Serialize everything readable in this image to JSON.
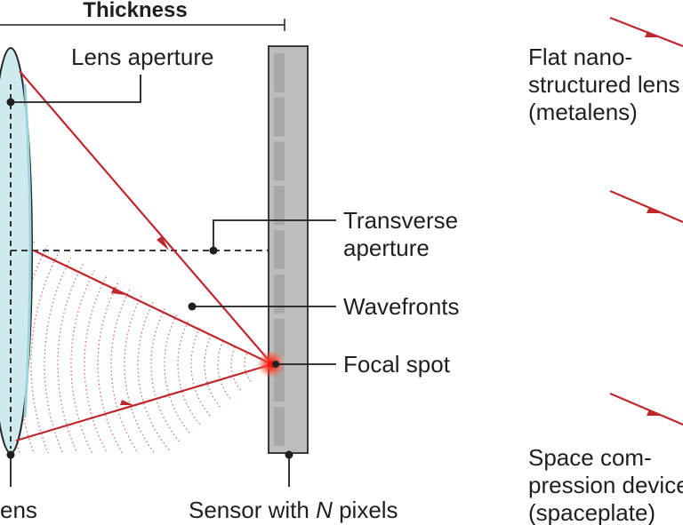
{
  "labels": {
    "thickness": "Thickness",
    "lens_aperture": "Lens aperture",
    "transverse_line1": "Transverse",
    "transverse_line2": "aperture",
    "wavefronts": "Wavefronts",
    "focal_spot": "Focal spot",
    "lens_partial": "ens",
    "sensor_prefix": "Sensor with ",
    "sensor_n": "N",
    "sensor_suffix": " pixels",
    "metalens_line1": "Flat nano-",
    "metalens_line2": "structured lens",
    "metalens_line3": "(metalens)",
    "spaceplate_line1": "Space com-",
    "spaceplate_line2": "pression device",
    "spaceplate_line3": "(spaceplate)"
  },
  "colors": {
    "ray": "#c0272d",
    "wavefront": "#d86b6b",
    "lens_fill": "#cfeaef",
    "lens_stroke": "#2a2a2a",
    "sensor_fill": "#bdbdbd",
    "pixel_fill": "#a8a8a8",
    "focal_glow": "#ff2a1a",
    "text": "#1f1f1f"
  },
  "sensor": {
    "pixel_count": 9
  }
}
